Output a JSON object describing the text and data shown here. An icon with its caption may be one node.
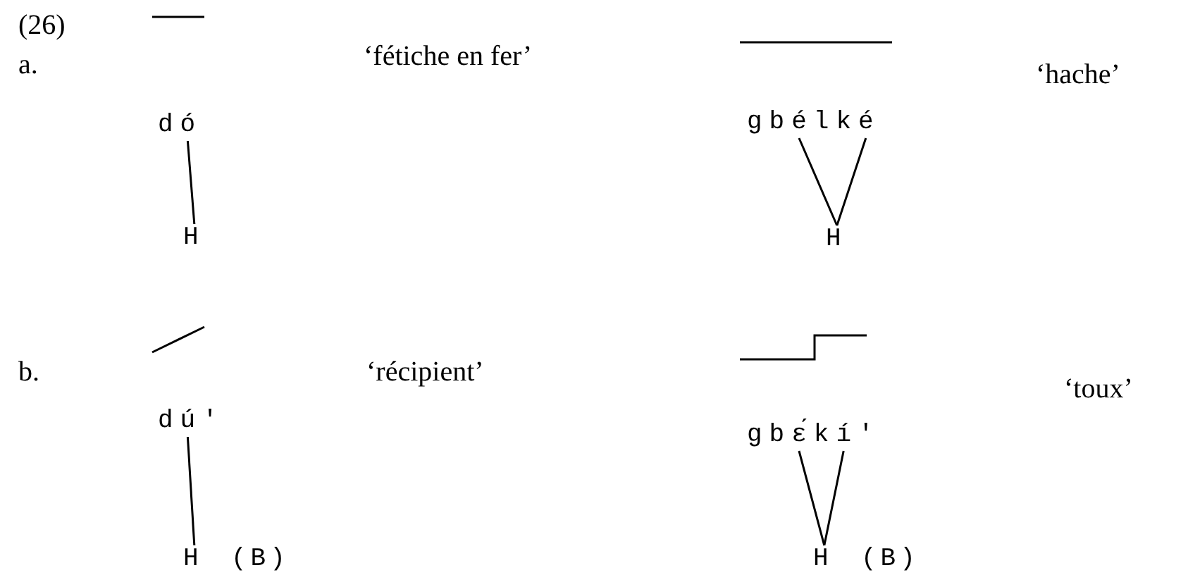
{
  "diagram": {
    "nodes": [
      {
        "text": [
          "dó"
        ]
      },
      {
        "text": [
          "H"
        ]
      },
      {
        "text": [
          "gbélké"
        ]
      },
      {
        "text": [
          "H"
        ]
      },
      {
        "text": [
          "dú'"
        ]
      },
      {
        "text": [
          "H"
        ],
        "beside": [
          "(B)"
        ]
      },
      {
        "text": [
          "gbɛ́kí'"
        ]
      },
      {
        "text": [
          "H"
        ],
        "beside": [
          "(B)"
        ]
      }
    ],
    "edges": [
      {
        "from": 0,
        "to": 1,
        "arrow": "none"
      },
      {
        "from": 2,
        "to": 3,
        "arrow": "none"
      },
      {
        "from": 2,
        "to": 3,
        "arrow": "none"
      },
      {
        "from": 4,
        "to": 5,
        "arrow": "none"
      },
      {
        "from": 6,
        "to": 7,
        "arrow": "none"
      },
      {
        "from": 6,
        "to": 7,
        "arrow": "none"
      }
    ],
    "labels": [
      "(26)",
      "a.",
      "‘fétiche en fer’",
      "‘hache’",
      "b.",
      "‘récipient’",
      "‘toux’"
    ]
  }
}
